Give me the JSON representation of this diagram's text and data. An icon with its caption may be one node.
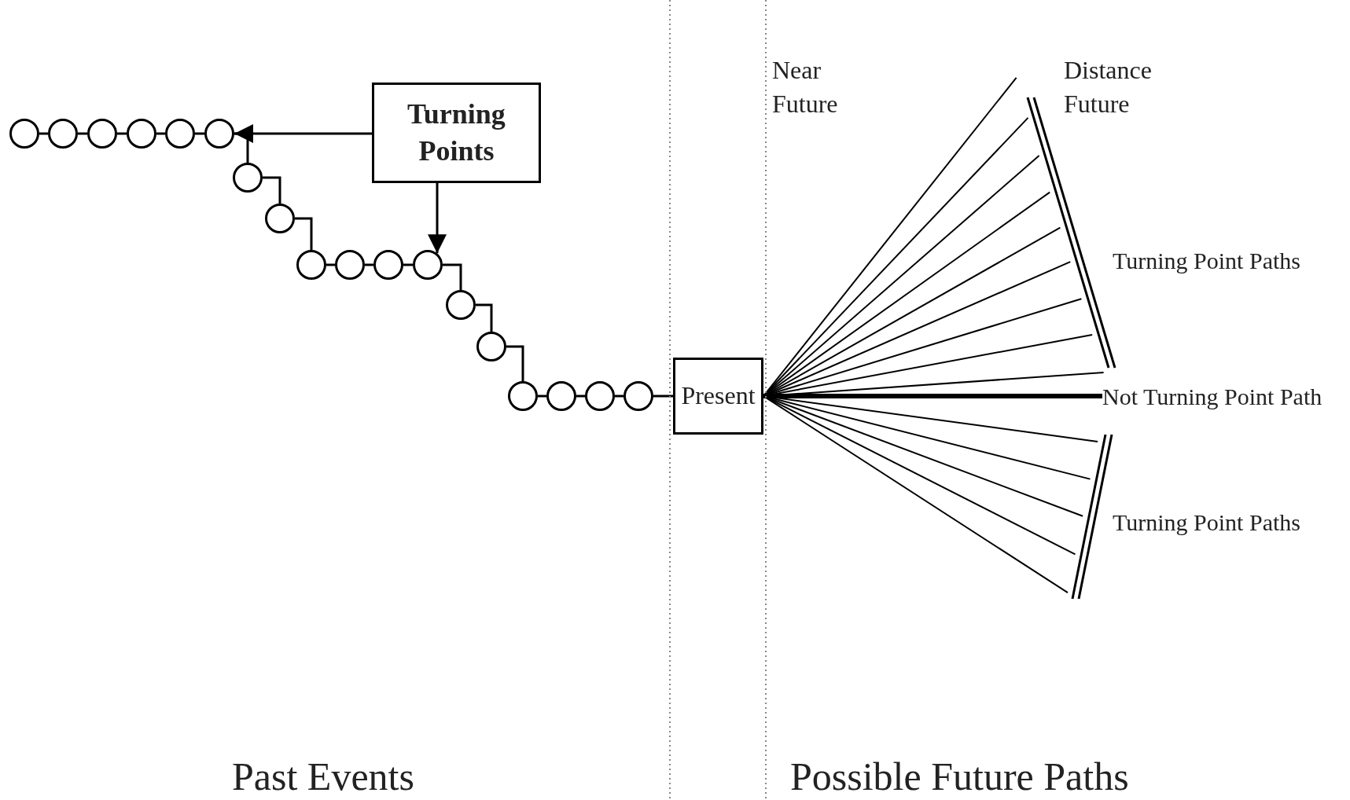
{
  "diagram": {
    "nodes": [
      {
        "text": [],
        "shape": "circle"
      },
      {
        "text": [],
        "shape": "circle"
      },
      {
        "text": [],
        "shape": "circle"
      },
      {
        "text": [],
        "shape": "circle"
      },
      {
        "text": [],
        "shape": "circle"
      },
      {
        "text": [],
        "shape": "circle"
      },
      {
        "text": [],
        "shape": "circle"
      },
      {
        "text": [],
        "shape": "circle"
      },
      {
        "text": [],
        "shape": "circle"
      },
      {
        "text": [],
        "shape": "circle"
      },
      {
        "text": [],
        "shape": "circle"
      },
      {
        "text": [],
        "shape": "circle"
      },
      {
        "text": [],
        "shape": "circle"
      },
      {
        "text": [],
        "shape": "circle"
      },
      {
        "text": [],
        "shape": "circle"
      },
      {
        "text": [],
        "shape": "circle"
      },
      {
        "text": [],
        "shape": "circle"
      },
      {
        "text": [],
        "shape": "circle"
      },
      {
        "text": [
          "Turning Points"
        ]
      },
      {
        "text": [
          "Present"
        ]
      },
      {
        "text": [],
        "shape": "bar",
        "beside": [
          "Turning Point Paths"
        ]
      },
      {
        "text": [
          "Not Turning Point Path"
        ]
      },
      {
        "text": [],
        "shape": "bar",
        "beside": [
          "Turning Point Paths"
        ]
      }
    ],
    "edges": [
      {
        "from": 0,
        "to": 1,
        "arrow": "none"
      },
      {
        "from": 1,
        "to": 2,
        "arrow": "none"
      },
      {
        "from": 2,
        "to": 3,
        "arrow": "none"
      },
      {
        "from": 3,
        "to": 4,
        "arrow": "none"
      },
      {
        "from": 4,
        "to": 5,
        "arrow": "none"
      },
      {
        "from": 5,
        "to": 6,
        "arrow": "none"
      },
      {
        "from": 6,
        "to": 7,
        "arrow": "none"
      },
      {
        "from": 7,
        "to": 8,
        "arrow": "none"
      },
      {
        "from": 8,
        "to": 9,
        "arrow": "none"
      },
      {
        "from": 9,
        "to": 10,
        "arrow": "none"
      },
      {
        "from": 10,
        "to": 11,
        "arrow": "none"
      },
      {
        "from": 11,
        "to": 12,
        "arrow": "none"
      },
      {
        "from": 12,
        "to": 13,
        "arrow": "none"
      },
      {
        "from": 13,
        "to": 14,
        "arrow": "none"
      },
      {
        "from": 14,
        "to": 15,
        "arrow": "none"
      },
      {
        "from": 15,
        "to": 16,
        "arrow": "none"
      },
      {
        "from": 16,
        "to": 17,
        "arrow": "none"
      },
      {
        "from": 17,
        "to": 19,
        "arrow": "none"
      },
      {
        "from": 18,
        "to": 5,
        "arrow": "to"
      },
      {
        "from": 18,
        "to": 11,
        "arrow": "to"
      },
      {
        "from": 19,
        "to": 20,
        "arrow": "none"
      },
      {
        "from": 19,
        "to": 20,
        "arrow": "none"
      },
      {
        "from": 19,
        "to": 20,
        "arrow": "none"
      },
      {
        "from": 19,
        "to": 20,
        "arrow": "none"
      },
      {
        "from": 19,
        "to": 20,
        "arrow": "none"
      },
      {
        "from": 19,
        "to": 20,
        "arrow": "none"
      },
      {
        "from": 19,
        "to": 20,
        "arrow": "none"
      },
      {
        "from": 19,
        "to": 20,
        "arrow": "none"
      },
      {
        "from": 19,
        "to": 20,
        "arrow": "none"
      },
      {
        "from": 19,
        "to": 21,
        "arrow": "none",
        "style": "thick"
      },
      {
        "from": 19,
        "to": 22,
        "arrow": "none"
      },
      {
        "from": 19,
        "to": 22,
        "arrow": "none"
      },
      {
        "from": 19,
        "to": 22,
        "arrow": "none"
      },
      {
        "from": 19,
        "to": 22,
        "arrow": "none"
      },
      {
        "from": 19,
        "to": 22,
        "arrow": "none"
      }
    ],
    "labels": [
      "Near Future",
      "Distance Future",
      "Past Events",
      "Possible Future Paths"
    ]
  }
}
